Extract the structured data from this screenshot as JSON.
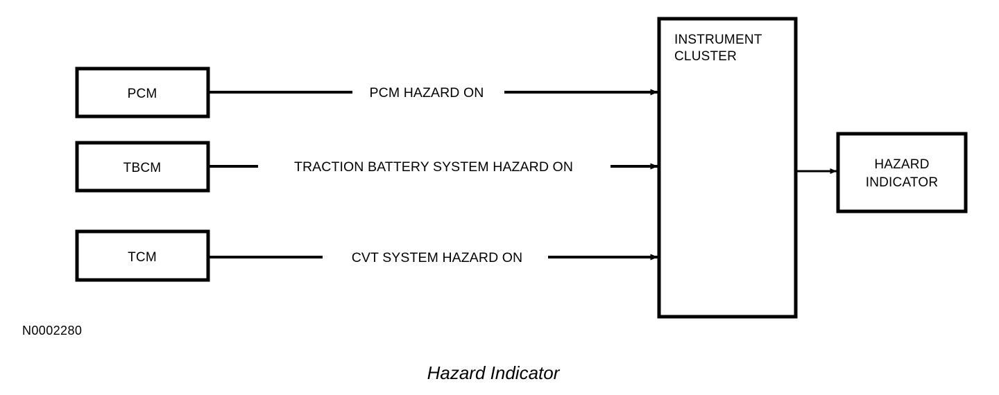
{
  "diagram": {
    "title": "Hazard Indicator",
    "reference_id": "N0002280",
    "colors": {
      "stroke": "#000000",
      "background": "#ffffff"
    },
    "source_modules": [
      {
        "id": "pcm",
        "label": "PCM"
      },
      {
        "id": "tbcm",
        "label": "TBCM"
      },
      {
        "id": "tcm",
        "label": "TCM"
      }
    ],
    "hub": {
      "id": "instrument-cluster",
      "label_line1": "INSTRUMENT",
      "label_line2": "CLUSTER"
    },
    "output": {
      "id": "hazard-indicator",
      "label_line1": "HAZARD",
      "label_line2": "INDICATOR"
    },
    "signals": [
      {
        "id": "pcm-hazard-on",
        "label": "PCM  HAZARD ON",
        "from": "PCM",
        "to": "INSTRUMENT CLUSTER"
      },
      {
        "id": "traction-battery-system-hazard-on",
        "label": "TRACTION BATTERY SYSTEM  HAZARD ON",
        "from": "TBCM",
        "to": "INSTRUMENT CLUSTER"
      },
      {
        "id": "cvt-system-hazard-on",
        "label": "CVT SYSTEM  HAZARD ON",
        "from": "TCM",
        "to": "INSTRUMENT CLUSTER"
      }
    ],
    "output_connection": {
      "id": "cluster-to-indicator",
      "from": "INSTRUMENT CLUSTER",
      "to": "HAZARD INDICATOR"
    }
  }
}
